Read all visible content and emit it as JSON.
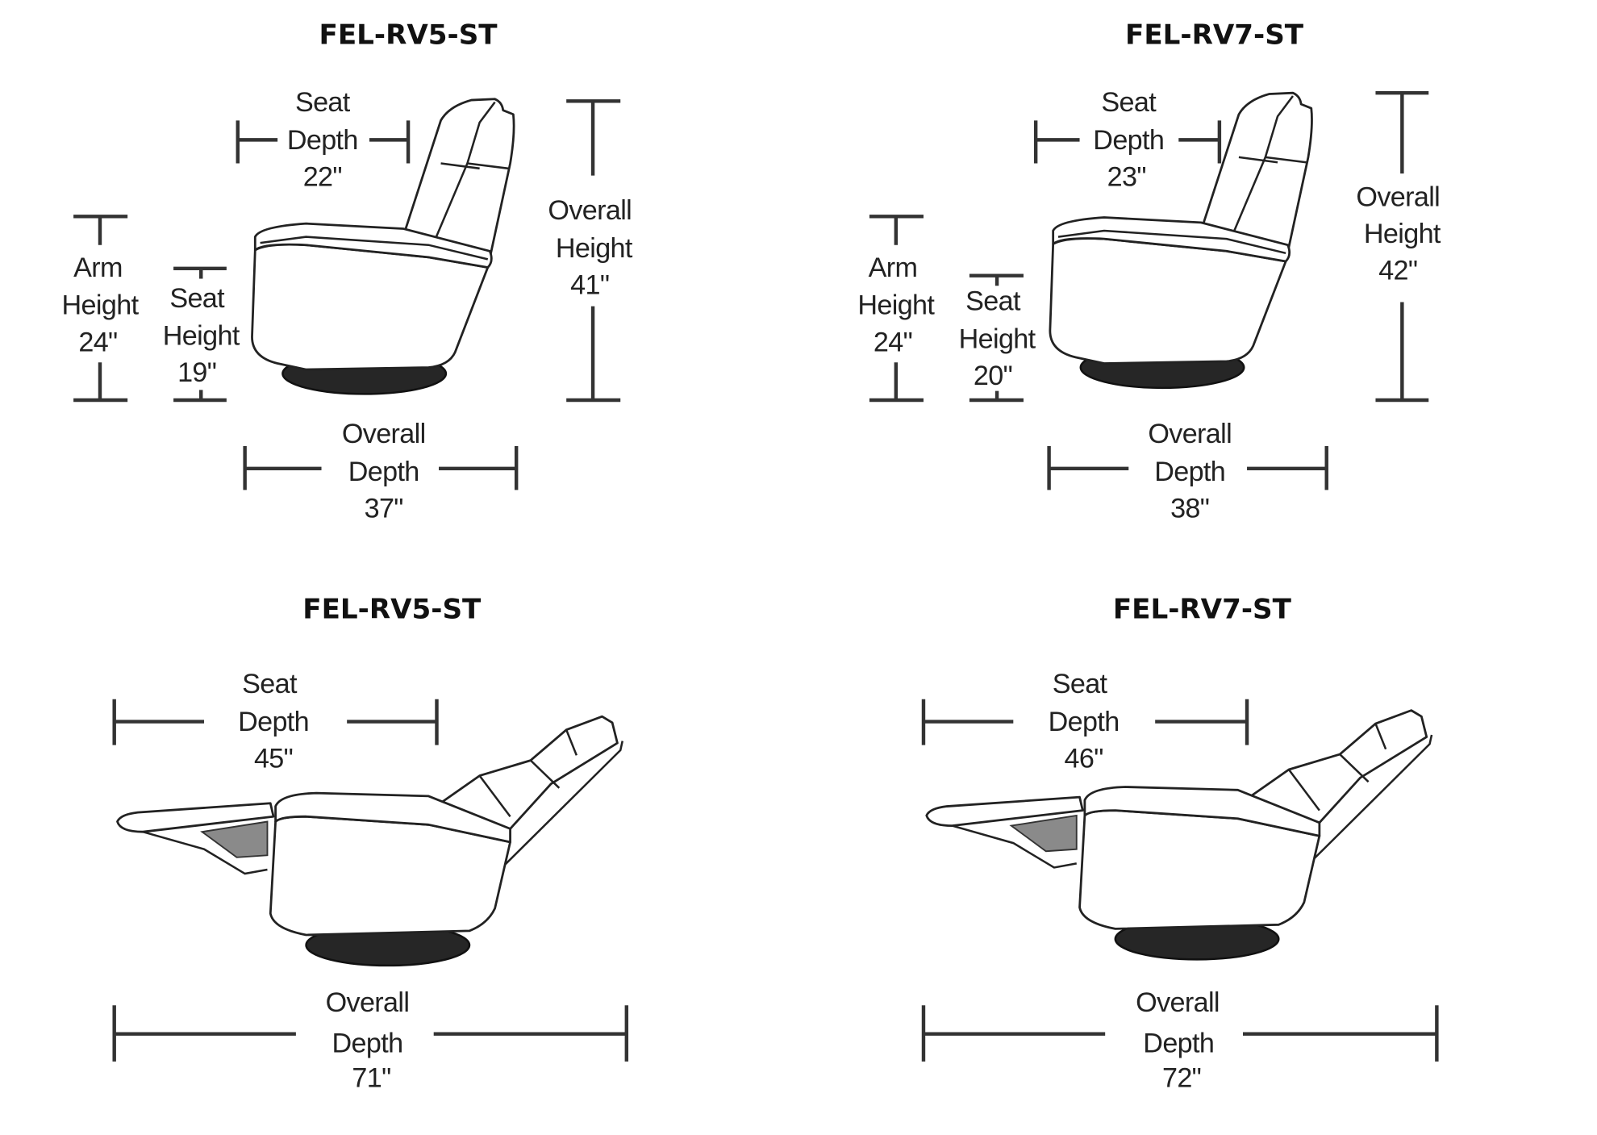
{
  "diagrams": [
    {
      "title": "FEL-RV5-ST",
      "position": "upright",
      "seat_depth": {
        "l1": "Seat",
        "l2": "Depth",
        "value": "22\""
      },
      "arm_height": {
        "l1": "Arm",
        "l2": "Height",
        "value": "24\""
      },
      "seat_height": {
        "l1": "Seat",
        "l2": "Height",
        "value": "19\""
      },
      "overall_height": {
        "l1": "Overall",
        "l2": "Height",
        "value": "41\""
      },
      "overall_depth": {
        "l1": "Overall",
        "l2": "Depth",
        "value": "37\""
      }
    },
    {
      "title": "FEL-RV7-ST",
      "position": "upright",
      "seat_depth": {
        "l1": "Seat",
        "l2": "Depth",
        "value": "23\""
      },
      "arm_height": {
        "l1": "Arm",
        "l2": "Height",
        "value": "24\""
      },
      "seat_height": {
        "l1": "Seat",
        "l2": "Height",
        "value": "20\""
      },
      "overall_height": {
        "l1": "Overall",
        "l2": "Height",
        "value": "42\""
      },
      "overall_depth": {
        "l1": "Overall",
        "l2": "Depth",
        "value": "38\""
      }
    },
    {
      "title": "FEL-RV5-ST",
      "position": "reclined",
      "seat_depth": {
        "l1": "Seat",
        "l2": "Depth",
        "value": "45\""
      },
      "overall_depth": {
        "l1": "Overall",
        "l2": "Depth",
        "value": "71\""
      }
    },
    {
      "title": "FEL-RV7-ST",
      "position": "reclined",
      "seat_depth": {
        "l1": "Seat",
        "l2": "Depth",
        "value": "46\""
      },
      "overall_depth": {
        "l1": "Overall",
        "l2": "Depth",
        "value": "72\""
      }
    }
  ]
}
